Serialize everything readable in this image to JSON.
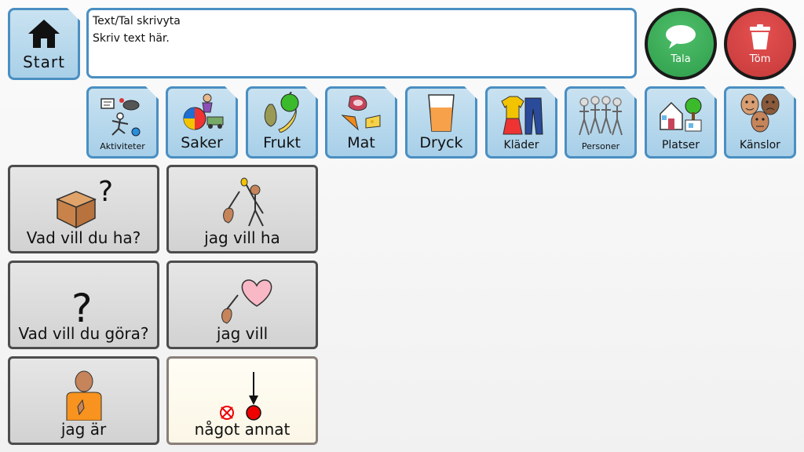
{
  "home": {
    "label": "Start"
  },
  "message": {
    "heading": "Text/Tal skrivyta",
    "placeholder": "Skriv text här."
  },
  "actions": {
    "speak_label": "Tala",
    "clear_label": "Töm"
  },
  "categories": [
    {
      "label": "Aktiviteter"
    },
    {
      "label": "Saker"
    },
    {
      "label": "Frukt"
    },
    {
      "label": "Mat"
    },
    {
      "label": "Dryck"
    },
    {
      "label": "Kläder"
    },
    {
      "label": "Personer"
    },
    {
      "label": "Platser"
    },
    {
      "label": "Känslor"
    }
  ],
  "phrases": [
    {
      "label": "Vad vill du ha?"
    },
    {
      "label": "jag vill ha"
    },
    {
      "label": "Vad vill du göra?"
    },
    {
      "label": "jag vill"
    },
    {
      "label": "jag är"
    },
    {
      "label": "något annat"
    }
  ],
  "colors": {
    "folder": "#a9d0e8",
    "folder_border": "#4a8fc2",
    "speak": "#2f9e4c",
    "clear": "#c53a3a",
    "cell": "#d9d9d9"
  }
}
